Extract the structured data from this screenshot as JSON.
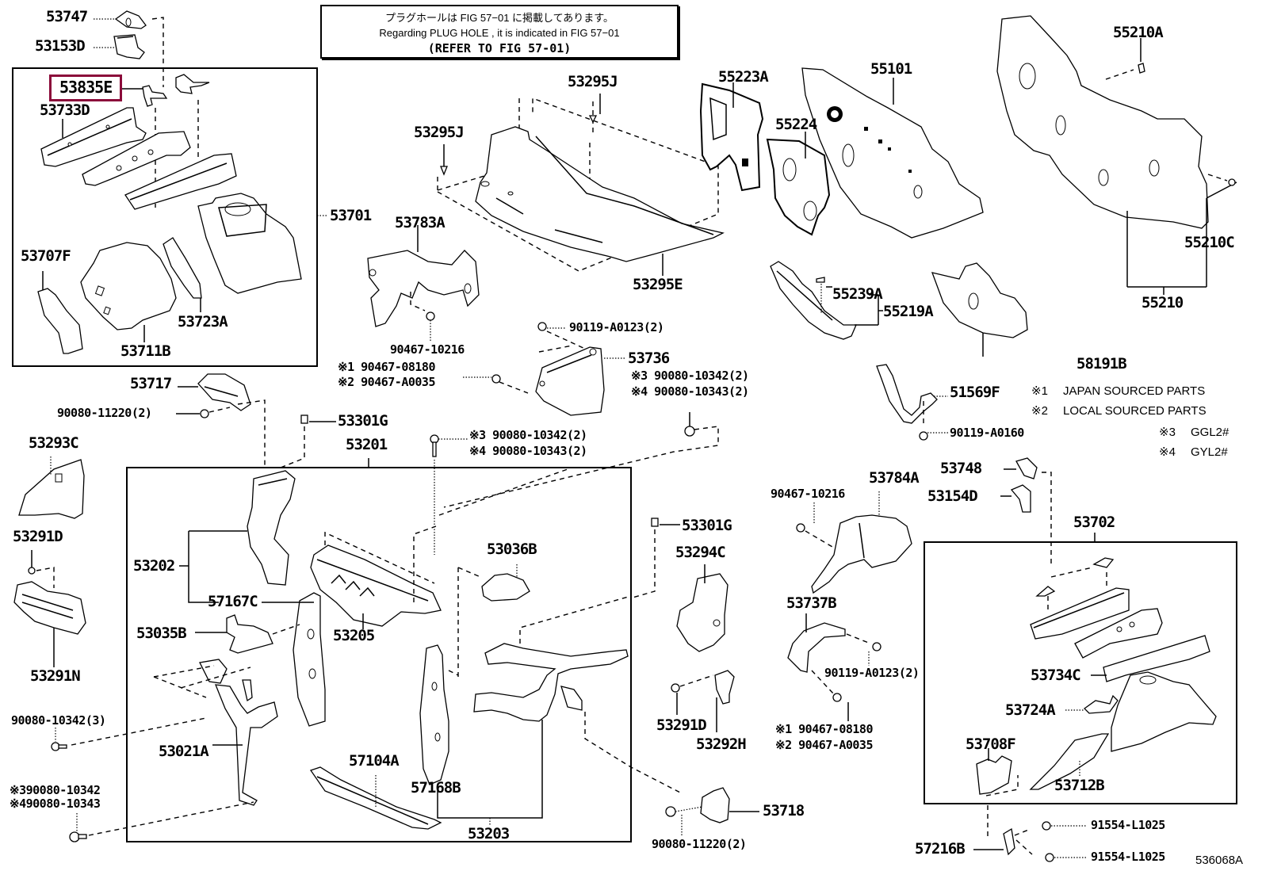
{
  "diagram": {
    "title_note": {
      "line_jp": "プラグホールは FIG 57−01 に掲載してあります。",
      "line_en": "Regarding PLUG HOLE , it is indicated in FIG 57−01",
      "line_ref": "(REFER TO FIG 57-01)"
    },
    "figure_code": "536068A",
    "highlighted_part": "53835E",
    "legend": [
      {
        "mark": "※1",
        "text": "JAPAN SOURCED PARTS"
      },
      {
        "mark": "※2",
        "text": "LOCAL SOURCED PARTS"
      },
      {
        "mark": "※3",
        "text": "GGL2#"
      },
      {
        "mark": "※4",
        "text": "GYL2#"
      }
    ],
    "labels": {
      "p53747": "53747",
      "p53153D": "53153D",
      "p53835E": "53835E",
      "p53733D": "53733D",
      "p53701": "53701",
      "p53707F": "53707F",
      "p53723A": "53723A",
      "p53711B": "53711B",
      "p53295J_a": "53295J",
      "p53295J_b": "53295J",
      "p53295E": "53295E",
      "p53783A": "53783A",
      "p90467_10216_a": "90467-10216",
      "p90119_A0123_a": "90119-A0123(2)",
      "p53736": "53736",
      "p90467_08180_a": "※1 90467-08180",
      "p90467_A0035_a": "※2 90467-A0035",
      "p90080_10342_a": "※3 90080-10342(2)",
      "p90080_10343_a": "※4 90080-10343(2)",
      "p55223A": "55223A",
      "p55224": "55224",
      "p55101": "55101",
      "p55210A": "55210A",
      "p55210C": "55210C",
      "p55210": "55210",
      "p55239A": "55239A",
      "p55219A": "55219A",
      "p58191B": "58191B",
      "p51569F": "51569F",
      "p90119_A0160": "90119-A0160",
      "p53717": "53717",
      "p90080_11220_a": "90080-11220(2)",
      "p53301G_a": "53301G",
      "p53201": "53201",
      "p90080_10342_b": "※3 90080-10342(2)",
      "p90080_10343_b": "※4 90080-10343(2)",
      "p53293C": "53293C",
      "p53291D_a": "53291D",
      "p53291N": "53291N",
      "p53202": "53202",
      "p57167C": "57167C",
      "p53035B": "53035B",
      "p53205": "53205",
      "p53036B": "53036B",
      "p90080_10342_3": "90080-10342(3)",
      "p53021A": "53021A",
      "p57104A": "57104A",
      "p57168B": "57168B",
      "p53203": "53203",
      "p90080_10342_c": "※390080-10342",
      "p90080_10343_c": "※490080-10343",
      "p53301G_b": "53301G",
      "p53294C": "53294C",
      "p53291D_b": "53291D",
      "p53292H": "53292H",
      "p53718": "53718",
      "p90080_11220_b": "90080-11220(2)",
      "p90467_10216_b": "90467-10216",
      "p53784A": "53784A",
      "p53737B": "53737B",
      "p90119_A0123_b": "90119-A0123(2)",
      "p90467_08180_b": "※1 90467-08180",
      "p90467_A0035_b": "※2 90467-A0035",
      "p53748": "53748",
      "p53154D": "53154D",
      "p53702": "53702",
      "p53734C": "53734C",
      "p53724A": "53724A",
      "p53708F": "53708F",
      "p53712B": "53712B",
      "p57216B": "57216B",
      "p91554_L1025_a": "91554-L1025",
      "p91554_L1025_b": "91554-L1025"
    }
  }
}
